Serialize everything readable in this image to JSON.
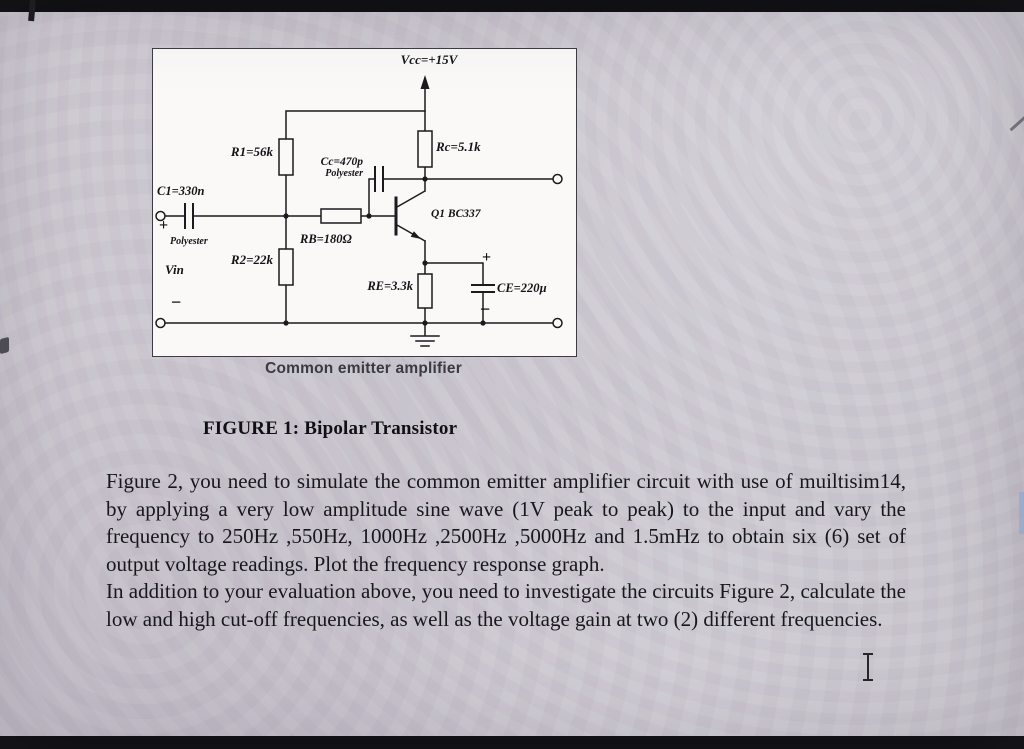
{
  "figure": {
    "caption": "Common emitter amplifier",
    "title": "FIGURE 1: Bipolar Transistor",
    "labels": {
      "vcc": "Vcc=+15V",
      "r1": "R1=56k",
      "rc": "Rc=5.1k",
      "cc": "Cc=470p",
      "cc_type": "Polyester",
      "c1": "C1=330n",
      "c1_type": "Polyester",
      "rb": "RB=180Ω",
      "r2": "R2=22k",
      "vin": "Vin",
      "q1": "Q1 BC337",
      "re": "RE=3.3k",
      "ce": "CE=220µ",
      "input_plus": "+",
      "input_minus": "−",
      "ce_plus": "+",
      "ce_minus": "−"
    }
  },
  "document": {
    "paragraph1": "Figure 2, you need to simulate the common emitter amplifier circuit with use of muiltisim14, by applying a very low amplitude sine wave (1V peak to peak) to the input and vary the frequency to 250Hz ,550Hz, 1000Hz ,2500Hz ,5000Hz and 1.5mHz to obtain six (6) set of output voltage readings. Plot the frequency response graph.",
    "paragraph2": "In addition to your evaluation above, you need to investigate the circuits Figure 2, calculate the low and high cut-off frequencies, as well as the voltage gain at two (2) different frequencies."
  },
  "colors": {
    "photo_background": "#c8c4cd",
    "paper": "#faf9f8",
    "ink": "#17171c"
  }
}
